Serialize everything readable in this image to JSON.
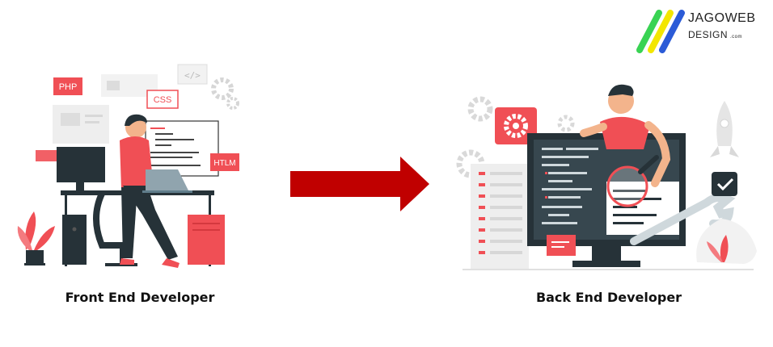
{
  "brand": {
    "line1": "JAGOWEB",
    "line2": "DESIGN",
    "suffix": ".com",
    "stripe_colors": [
      "#39d353",
      "#f3e600",
      "#2b5bd7"
    ]
  },
  "front": {
    "caption": "Front End Developer",
    "tags": [
      "PHP",
      "CSS",
      "HTLM"
    ],
    "accent": "#f04f55"
  },
  "back": {
    "caption": "Back End Developer",
    "accent": "#f04f55"
  },
  "arrow": {
    "color": "#c00000"
  }
}
